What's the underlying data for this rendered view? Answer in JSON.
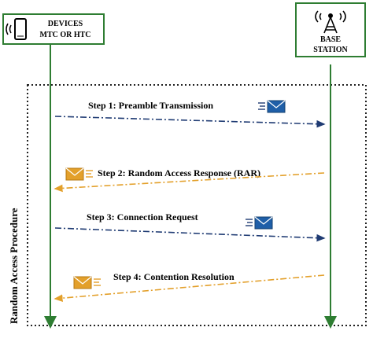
{
  "devices": {
    "line1": "DEVICES",
    "line2": "MTC OR HTC",
    "icon": "mobile-phone-signal-icon"
  },
  "base_station": {
    "line1": "BASE",
    "line2": "STATION",
    "icon": "antenna-tower-icon"
  },
  "procedure_label": "Random Access Procedure",
  "steps": [
    {
      "label": "Step 1: Preamble Transmission",
      "direction": "to-base-station",
      "color": "#1f3b73",
      "icon": "envelope-icon"
    },
    {
      "label": "Step 2: Random Access Response (RAR)",
      "direction": "to-devices",
      "color": "#e3a02b",
      "icon": "envelope-icon"
    },
    {
      "label": "Step 3: Connection Request",
      "direction": "to-base-station",
      "color": "#1f3b73",
      "icon": "envelope-icon"
    },
    {
      "label": "Step 4: Contention Resolution",
      "direction": "to-devices",
      "color": "#e3a02b",
      "icon": "envelope-icon"
    }
  ],
  "colors": {
    "lifeline": "#2e7d32",
    "box_border": "#2e7d32",
    "envelope_blue": "#1f5fa8",
    "envelope_orange": "#e3a02b"
  }
}
